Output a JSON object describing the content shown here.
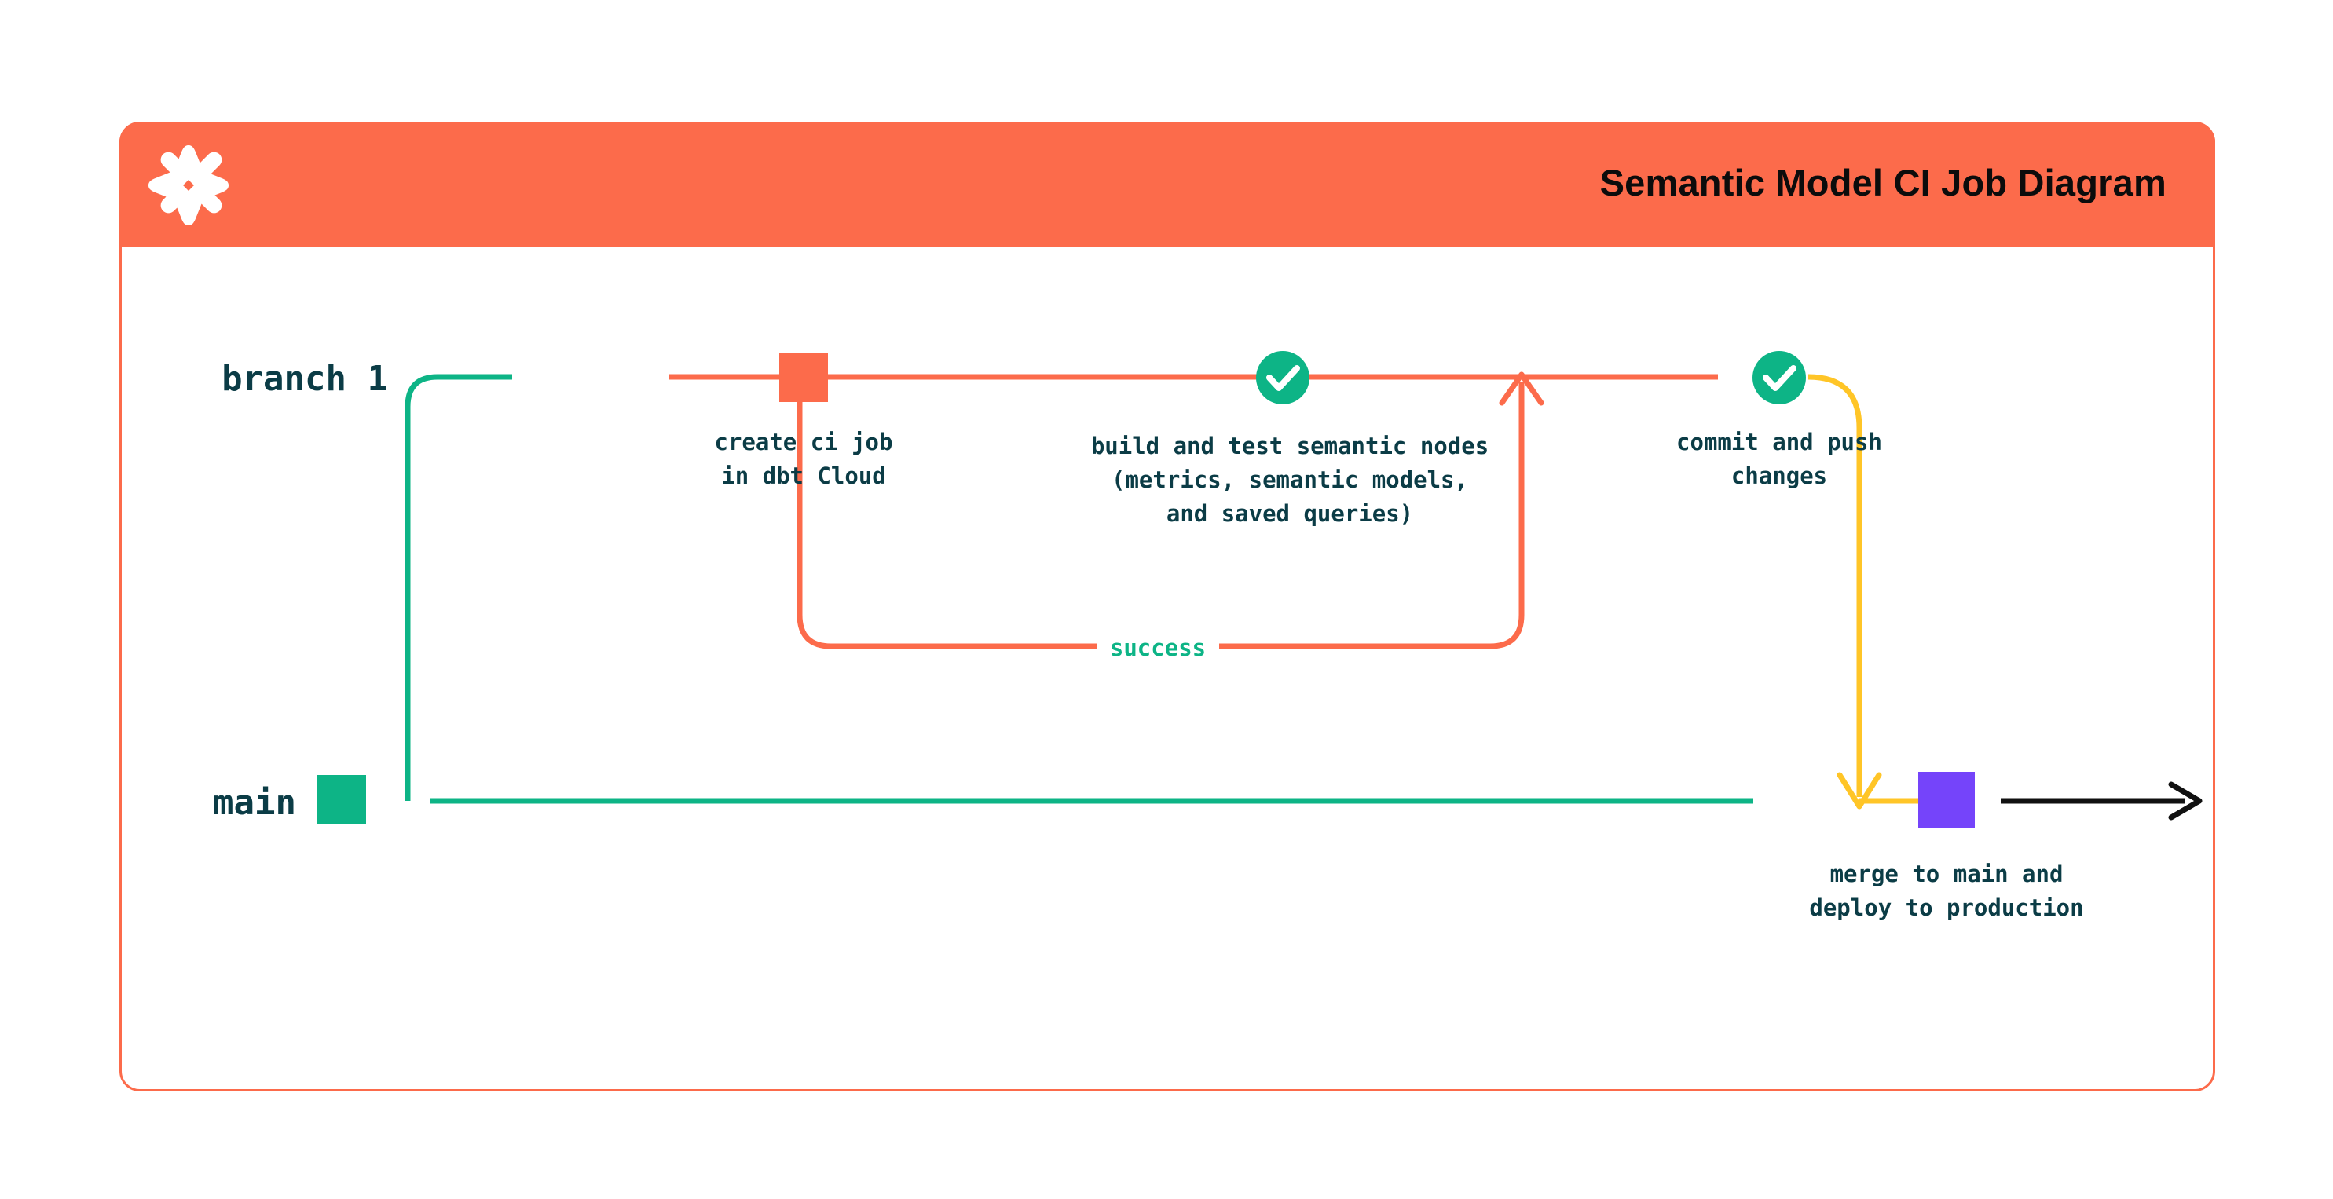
{
  "card": {
    "title": "Semantic Model CI Job Diagram",
    "logo_icon": "dbt-logo-icon",
    "header_color": "#FC6B4B",
    "border_color": "#FC6B4B"
  },
  "diagram": {
    "type": "git-branch-flow",
    "branches": [
      {
        "id": "branch1",
        "label": "branch 1",
        "color": "#FC6B4B",
        "row": "top"
      },
      {
        "id": "main",
        "label": "main",
        "color": "#0DB486",
        "row": "bottom"
      }
    ],
    "nodes": [
      {
        "id": "main-start",
        "shape": "square",
        "color": "#0DB486",
        "branch": "main",
        "label": "",
        "label_lines": []
      },
      {
        "id": "create-ci-job",
        "shape": "square",
        "color": "#FC6B4B",
        "branch": "branch1",
        "label_lines": [
          "create ci job",
          "in dbt Cloud"
        ]
      },
      {
        "id": "build-and-test",
        "shape": "check-circle",
        "color": "#0DB486",
        "branch": "branch1",
        "icon": "check-icon",
        "label_lines": [
          "build and test semantic nodes",
          "(metrics, semantic models,",
          "and saved queries)"
        ]
      },
      {
        "id": "commit-and-push",
        "shape": "check-circle",
        "color": "#0DB486",
        "branch": "branch1",
        "icon": "check-icon",
        "label_lines": [
          "commit and push",
          "changes"
        ]
      },
      {
        "id": "merge-to-main",
        "shape": "square",
        "color": "#7544FA",
        "branch": "main",
        "label_lines": [
          "merge to main and",
          "deploy to production"
        ]
      }
    ],
    "edges": [
      {
        "id": "ci-success-loop",
        "label": "success",
        "label_color": "#0DB486",
        "line_color": "#FC6B4B",
        "direction": "loop-back-up"
      },
      {
        "id": "push-to-merge",
        "label": "",
        "line_color": "#FFC527",
        "direction": "down-arrow"
      },
      {
        "id": "main-continue",
        "label": "",
        "line_color": "#111111",
        "direction": "right-arrow"
      }
    ],
    "colors": {
      "orange": "#FC6B4B",
      "teal": "#0DB486",
      "yellow": "#FFC527",
      "purple": "#7544FA",
      "ink": "#0B3C46",
      "black": "#111111"
    }
  }
}
